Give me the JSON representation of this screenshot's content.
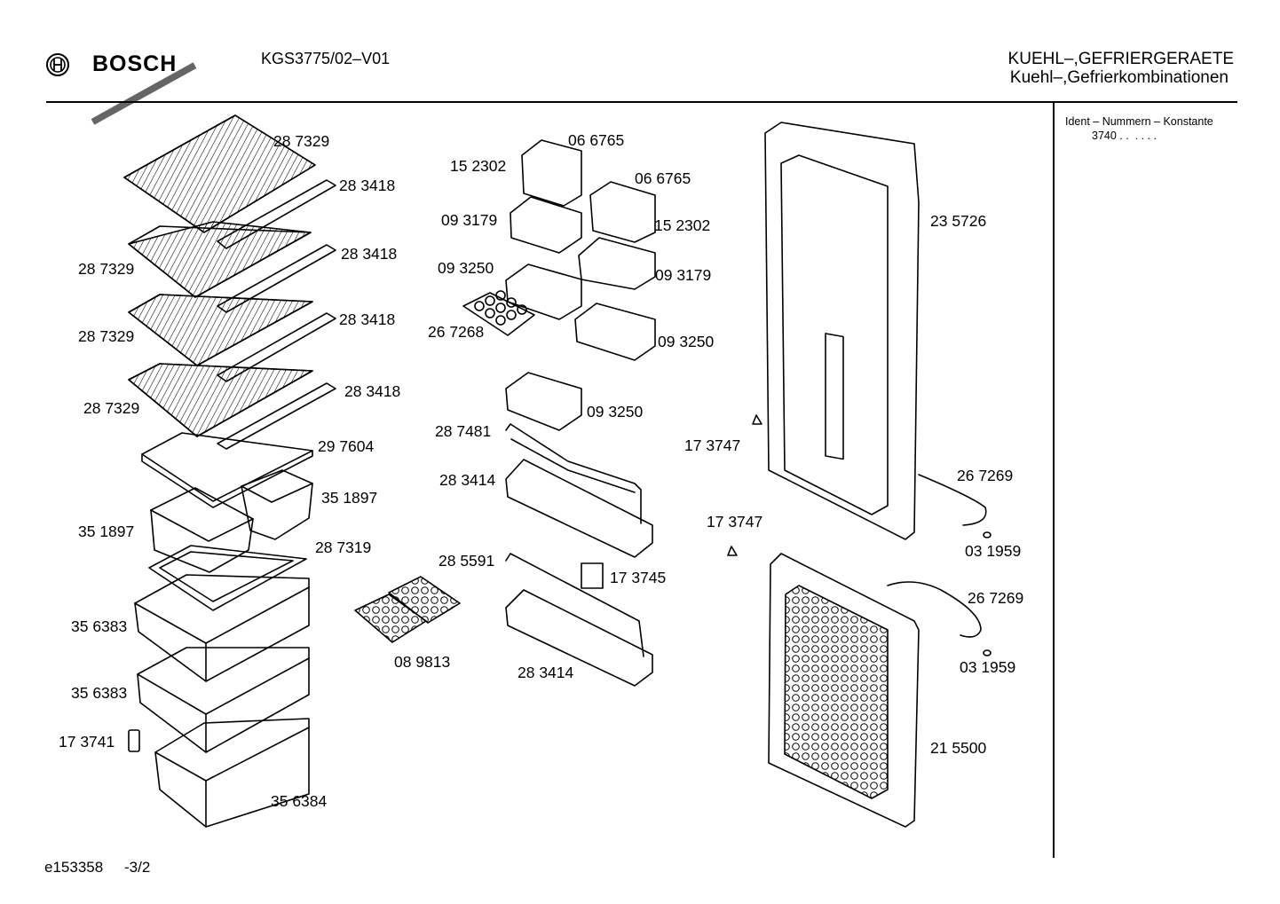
{
  "header": {
    "brand": "BOSCH",
    "model": "KGS3775/02–V01",
    "category_line1": "KUEHL–,GEFRIERGERAETE",
    "category_line2": "Kuehl–,Gefrierkombinationen"
  },
  "sidebar": {
    "heading": "Ident – Nummern – Konstante",
    "value": "3740 . .  . . . ."
  },
  "footer": {
    "doc_id": "e153358",
    "page": "-3/2"
  },
  "parts": [
    "28 7329",
    "28 3418",
    "28 7329",
    "28 3418",
    "28 7329",
    "28 3418",
    "28 7329",
    "28 3418",
    "29 7604",
    "35 1897",
    "35 1897",
    "28 7319",
    "35 6383",
    "35 6383",
    "17 3741",
    "35 6384",
    "06 6765",
    "15 2302",
    "06 6765",
    "09 3179",
    "15 2302",
    "09 3250",
    "09 3179",
    "26 7268",
    "09 3250",
    "09 3250",
    "28 7481",
    "28 3414",
    "28 5591",
    "17 3745",
    "08 9813",
    "28 3414",
    "23 5726",
    "17 3747",
    "26 7269",
    "17 3747",
    "03 1959",
    "26 7269",
    "03 1959",
    "21 5500"
  ]
}
